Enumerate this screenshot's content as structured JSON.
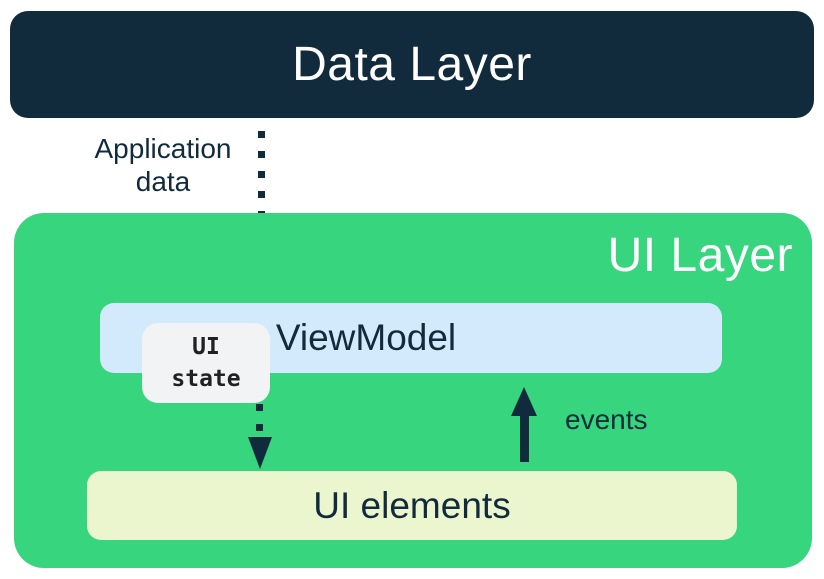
{
  "data_layer": {
    "label": "Data Layer"
  },
  "application_data_arrow": {
    "label_line1": "Application",
    "label_line2": "data"
  },
  "ui_layer": {
    "label": "UI Layer"
  },
  "viewmodel": {
    "label": "ViewModel"
  },
  "ui_state_chip": {
    "line1": "UI",
    "line2": "state"
  },
  "events_arrow": {
    "label": "events"
  },
  "ui_elements": {
    "label": "UI elements"
  },
  "colors": {
    "navy": "#112B3C",
    "green": "#37D57D",
    "viewmodel_blue": "#D2EAFC",
    "ui_elements_cream": "#EBF5CE",
    "chip_gray": "#F1F3F4",
    "white_text": "#FFFFFF",
    "chip_text": "#202124",
    "background": "#FFFFFF"
  }
}
